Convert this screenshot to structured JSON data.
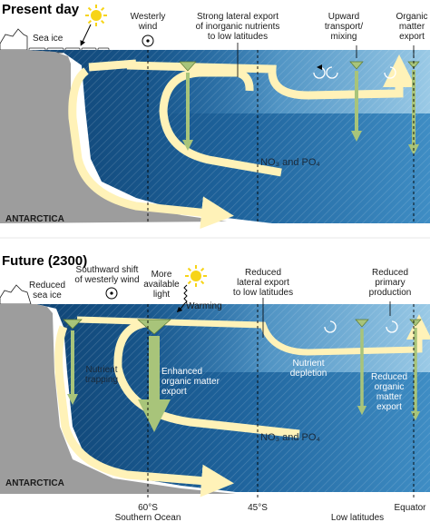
{
  "colors": {
    "ocean_dark": "#0d4475",
    "ocean_mid": "#2c76ad",
    "ocean_light": "#a6d2ea",
    "land": "#9b9b9b",
    "current": "#fff2b8",
    "export_arrow": "#a8c47a",
    "sun": "#f7d417",
    "nutrient_text_white": "#ffffff",
    "nutrient_text_dark": "#1b2a3a"
  },
  "panels": {
    "present": {
      "title": "Present day",
      "labels": {
        "sea_ice": "Sea ice",
        "westerly_wind": "Westerly\nwind",
        "lateral_export": "Strong lateral export\nof inorganic nutrients\nto low latitudes",
        "upward_transport": "Upward\ntransport/\nmixing",
        "organic_export": "Organic\nmatter\nexport",
        "no3_po4": "NO₃ and PO₄",
        "antarctica": "ANTARCTICA"
      }
    },
    "future": {
      "title": "Future (2300)",
      "labels": {
        "reduced_sea_ice": "Reduced\nsea ice",
        "wind_shift": "Southward shift\nof westerly wind",
        "more_light": "More\navailable\nlight",
        "warming": "Warming",
        "reduced_export": "Reduced\nlateral export\nto low latitudes",
        "reduced_production": "Reduced\nprimary\nproduction",
        "nutrient_trapping": "Nutrient\ntrapping",
        "enhanced_export": "Enhanced\norganic matter\nexport",
        "nutrient_depletion": "Nutrient\ndepletion",
        "reduced_organic_export": "Reduced\norganic\nmatter\nexport",
        "no3_po4": "NO₃ and PO₄",
        "antarctica": "ANTARCTICA"
      }
    }
  },
  "axis": {
    "lat_60": "60°S",
    "southern_ocean": "Southern Ocean",
    "lat_45": "45°S",
    "low_latitudes": "Low latitudes",
    "equator": "Equator"
  }
}
